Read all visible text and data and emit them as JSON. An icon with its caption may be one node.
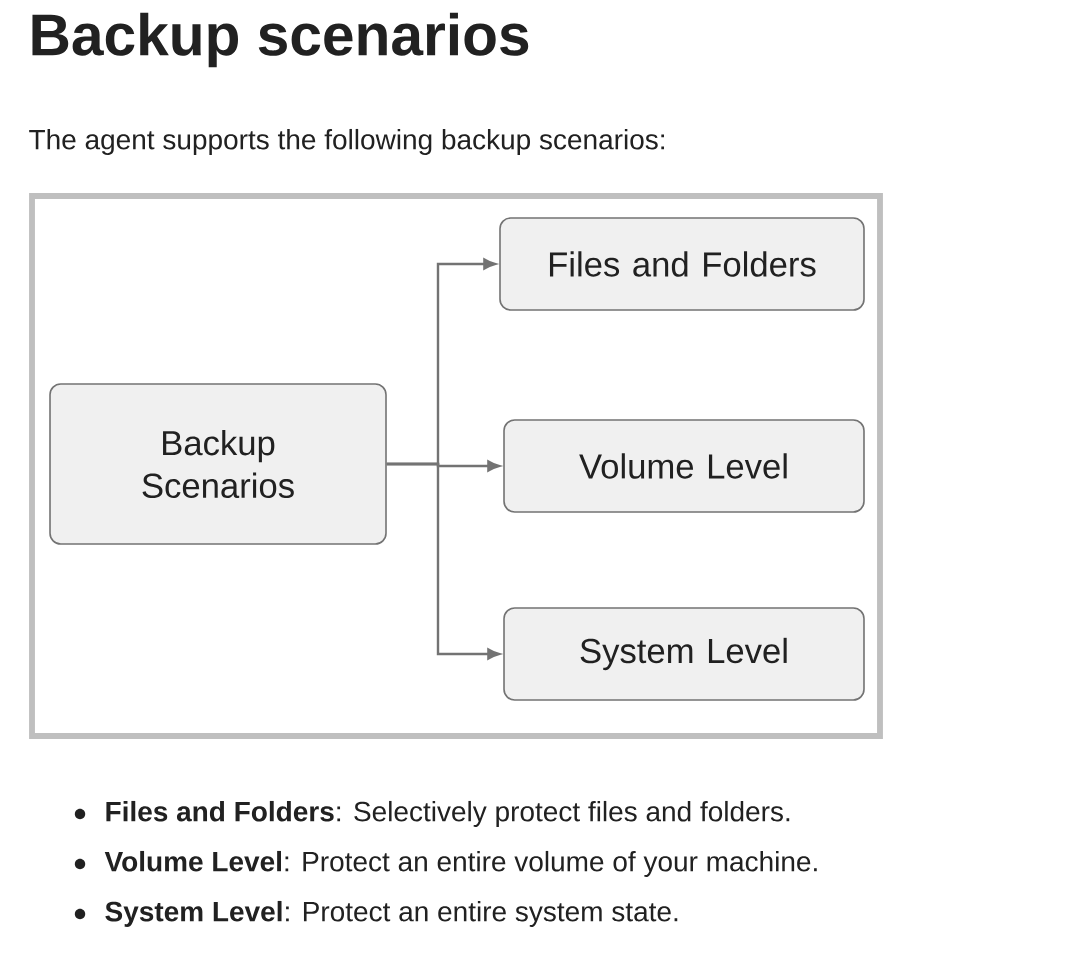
{
  "diagram": {
    "title": "Backup scenarios",
    "nodes": [
      {
        "text": [
          "Backup Scenarios"
        ]
      },
      {
        "text": [
          "Files and Folders"
        ]
      },
      {
        "text": [
          "Volume Level"
        ]
      },
      {
        "text": [
          "System Level"
        ]
      }
    ],
    "edges": [
      {
        "from": 0,
        "to": 1,
        "arrow": "to"
      },
      {
        "from": 0,
        "to": 2,
        "arrow": "to"
      },
      {
        "from": 0,
        "to": 3,
        "arrow": "to"
      }
    ],
    "labels": [
      "The agent supports the following backup scenarios:",
      "**Files and Folders**: Selectively protect files and folders.",
      "**Volume Level**: Protect an entire volume of your machine.",
      "**System Level**: Protect an entire system state."
    ]
  }
}
